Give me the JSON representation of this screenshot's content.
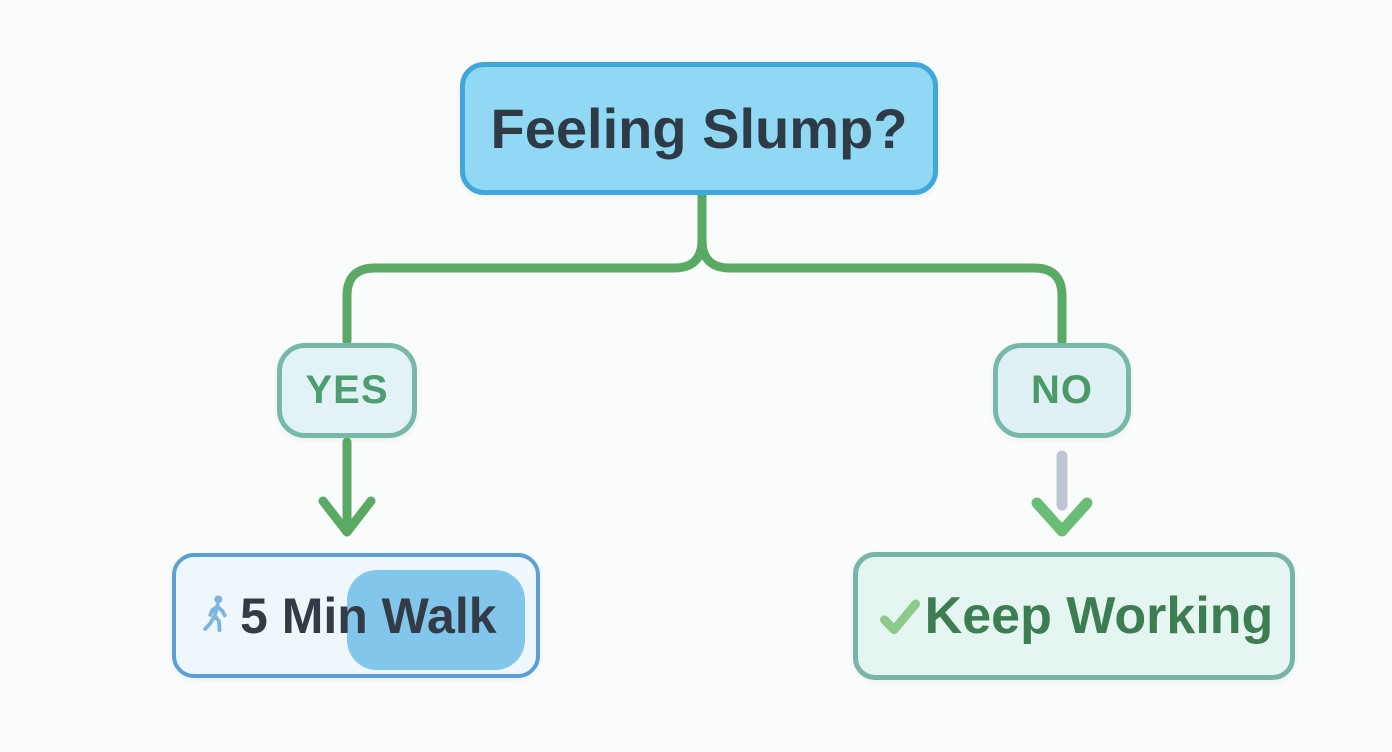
{
  "canvas": {
    "background": "#fafbfb"
  },
  "flowchart": {
    "question": {
      "label": "Feeling Slump?",
      "fill": "#90d8f3",
      "border": "#3fa7da",
      "text_color": "#2e3a46"
    },
    "branch_yes": {
      "label": "YES",
      "fill": "#e3f2f4",
      "border": "#78b8a9",
      "text_color": "#4c9e72"
    },
    "branch_no": {
      "label": "NO",
      "fill": "#e0f1f6",
      "border": "#78b8a9",
      "text_color": "#4a9b67"
    },
    "action_yes": {
      "label": "5 Min Walk",
      "icon": "walking-person-icon",
      "fill": "#eef7fc",
      "border": "#5c9fd6",
      "highlight_color": "#82c6ec",
      "text_color": "#323b46",
      "icon_color": "#7fb4e0"
    },
    "action_no": {
      "label": "Keep Working",
      "icon": "checkmark-icon",
      "fill": "#e5f5f2",
      "border": "#76b5a8",
      "text_color": "#3d7d52",
      "icon_color": "#8ecb8b"
    },
    "connectors": {
      "branch_color": "#5baa63",
      "yes_arrow_color": "#5baa63",
      "no_line_color": "#bdc7d3",
      "no_arrowhead_color": "#69bd74"
    }
  }
}
